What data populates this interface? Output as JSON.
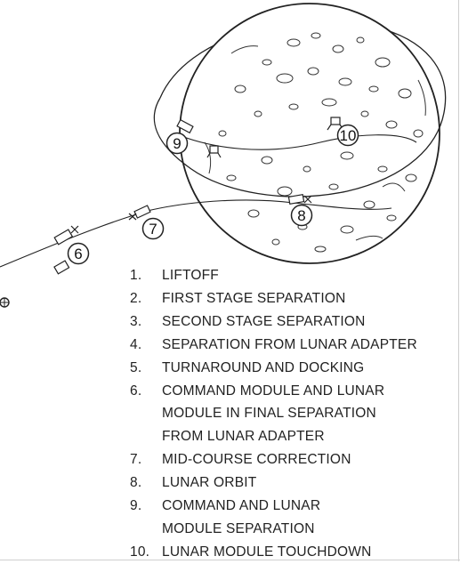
{
  "callouts": [
    {
      "id": "6",
      "label": "6"
    },
    {
      "id": "7",
      "label": "7"
    },
    {
      "id": "8",
      "label": "8"
    },
    {
      "id": "9",
      "label": "9"
    },
    {
      "id": "10",
      "label": "10"
    }
  ],
  "legend": [
    {
      "num": "1.",
      "text": "LIFTOFF"
    },
    {
      "num": "2.",
      "text": "FIRST STAGE SEPARATION"
    },
    {
      "num": "3.",
      "text": "SECOND STAGE SEPARATION"
    },
    {
      "num": "4.",
      "text": "SEPARATION FROM LUNAR ADAPTER"
    },
    {
      "num": "5.",
      "text": "TURNAROUND AND DOCKING"
    },
    {
      "num": "6.",
      "text": "COMMAND MODULE AND LUNAR\nMODULE IN FINAL SEPARATION\nFROM LUNAR ADAPTER"
    },
    {
      "num": "7.",
      "text": "MID-COURSE CORRECTION"
    },
    {
      "num": "8.",
      "text": "LUNAR ORBIT"
    },
    {
      "num": "9.",
      "text": "COMMAND AND LUNAR\nMODULE SEPARATION"
    },
    {
      "num": "10.",
      "text": "LUNAR MODULE TOUCHDOWN"
    }
  ]
}
